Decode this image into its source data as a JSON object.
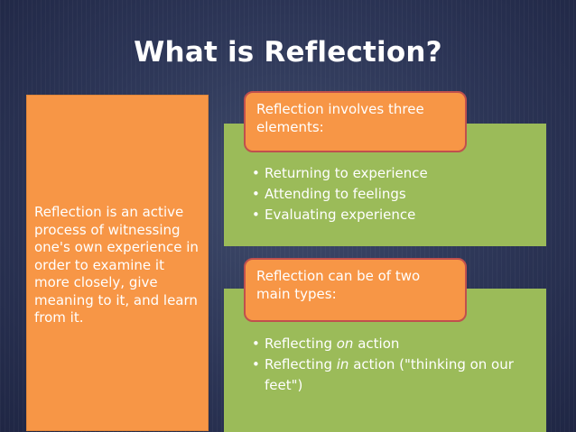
{
  "slide": {
    "title": "What is Reflection?"
  },
  "left_panel": {
    "text": "Reflection is an active process of witnessing one's own experience in order to examine it more closely, give meaning to it, and learn from it."
  },
  "section_1": {
    "callout": "Reflection involves three elements:",
    "bullets": [
      "Returning to experience",
      "Attending to feelings",
      "Evaluating experience"
    ]
  },
  "section_2": {
    "callout": "Reflection can be of two main types:",
    "bullets": [
      {
        "before": "Reflecting ",
        "em": "on",
        "after": " action"
      },
      {
        "before": "Reflecting ",
        "em": "in",
        "after": " action (\"thinking on our feet\")"
      }
    ]
  },
  "bullet_symbol": "•",
  "colors": {
    "background": "#2c3556",
    "orange": "#f79646",
    "green": "#9bbb59",
    "callout_border": "#c0504d",
    "text": "#ffffff"
  }
}
